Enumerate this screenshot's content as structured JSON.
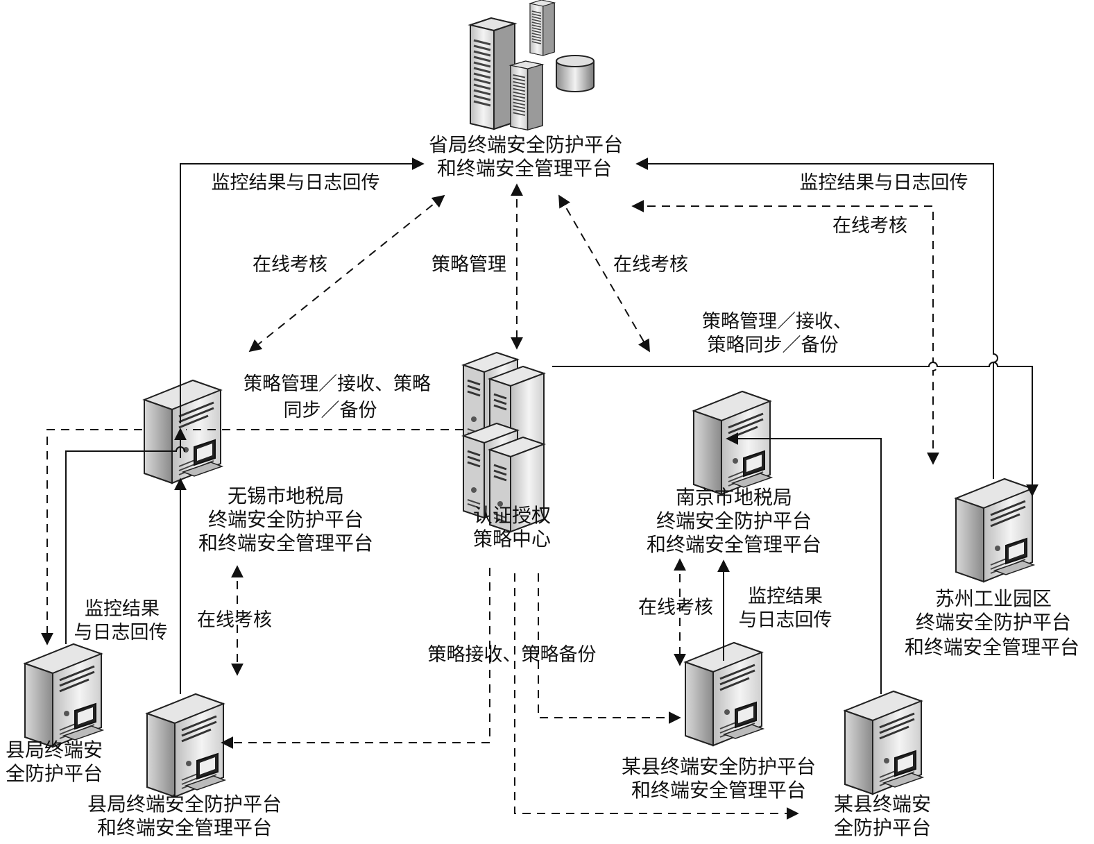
{
  "nodes": {
    "province": {
      "line1": "省局终端安全防护平台",
      "line2": "和终端安全管理平台"
    },
    "center": {
      "line1": "认证授权",
      "line2": "策略中心"
    },
    "wuxi": {
      "line1": "无锡市地税局",
      "line2": "终端安全防护平台",
      "line3": "和终端安全管理平台"
    },
    "nanjing": {
      "line1": "南京市地税局",
      "line2": "终端安全防护平台",
      "line3": "和终端安全管理平台"
    },
    "suzhou": {
      "line1": "苏州工业园区",
      "line2": "终端安全防护平台",
      "line3": "和终端安全管理平台"
    },
    "county_a": {
      "line1": "县局终端安",
      "line2": "全防护平台"
    },
    "county_b": {
      "line1": "县局终端安全防护平台",
      "line2": "和终端安全管理平台"
    },
    "county_c": {
      "line1": "某县终端安全防护平台",
      "line2": "和终端安全管理平台"
    },
    "county_d": {
      "line1": "某县终端安",
      "line2": "全防护平台"
    }
  },
  "edge_labels": {
    "monitor_return_left": "监控结果与日志回传",
    "monitor_return_right": "监控结果与日志回传",
    "online_check_left": "在线考核",
    "policy_mgmt": "策略管理",
    "online_check_mid": "在线考核",
    "online_check_right": "在线考核",
    "policy_sync_right_1": "策略管理／接收、",
    "policy_sync_right_2": "策略同步／备份",
    "policy_sync_left_1": "策略管理／接收、策略",
    "policy_sync_left_2": "同步／备份",
    "monitor_county_a_1": "监控结果",
    "monitor_county_a_2": "与日志回传",
    "online_check_wuxi": "在线考核",
    "policy_receive_backup": "策略接收、策略备份",
    "online_check_nanjing": "在线考核",
    "monitor_nanjing_1": "监控结果",
    "monitor_nanjing_2": "与日志回传"
  },
  "icons": {
    "server_tower": "server-tower-icon",
    "workstation": "workstation-icon",
    "database": "database-icon",
    "server_cluster": "server-cluster-icon"
  }
}
